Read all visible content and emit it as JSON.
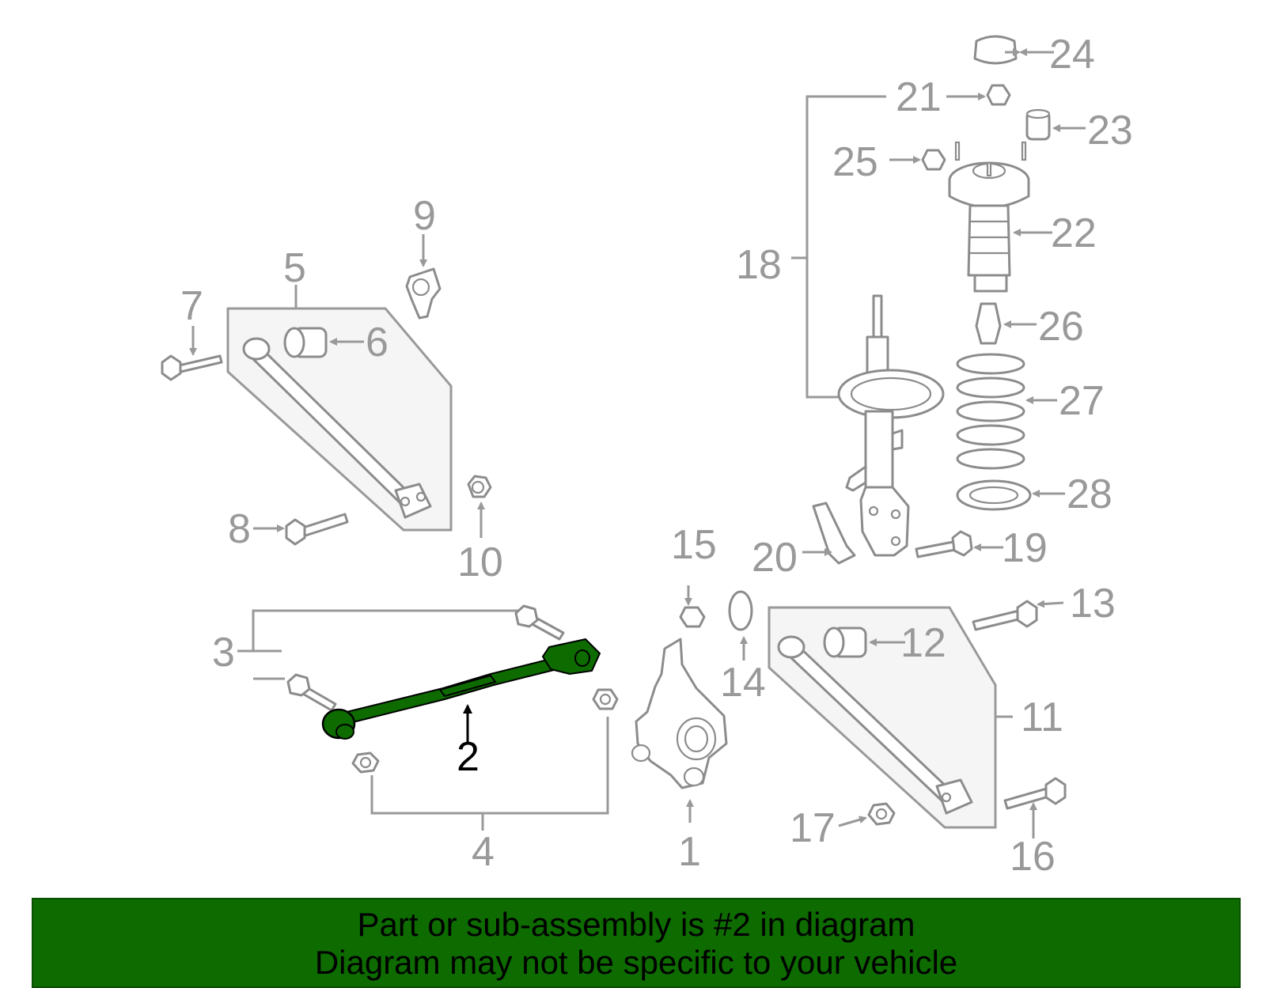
{
  "callouts": {
    "n1": "1",
    "n2": "2",
    "n3": "3",
    "n4": "4",
    "n5": "5",
    "n6": "6",
    "n7": "7",
    "n8": "8",
    "n9": "9",
    "n10": "10",
    "n11": "11",
    "n12": "12",
    "n13": "13",
    "n14": "14",
    "n15": "15",
    "n16": "16",
    "n17": "17",
    "n18": "18",
    "n19": "19",
    "n20": "20",
    "n21": "21",
    "n22": "22",
    "n23": "23",
    "n24": "24",
    "n25": "25",
    "n26": "26",
    "n27": "27",
    "n28": "28"
  },
  "highlight": {
    "part": "2",
    "color": "#0d6b00"
  },
  "banner": {
    "line1": "Part or sub-assembly is #2 in diagram",
    "line2": "Diagram may not be specific to your vehicle"
  }
}
